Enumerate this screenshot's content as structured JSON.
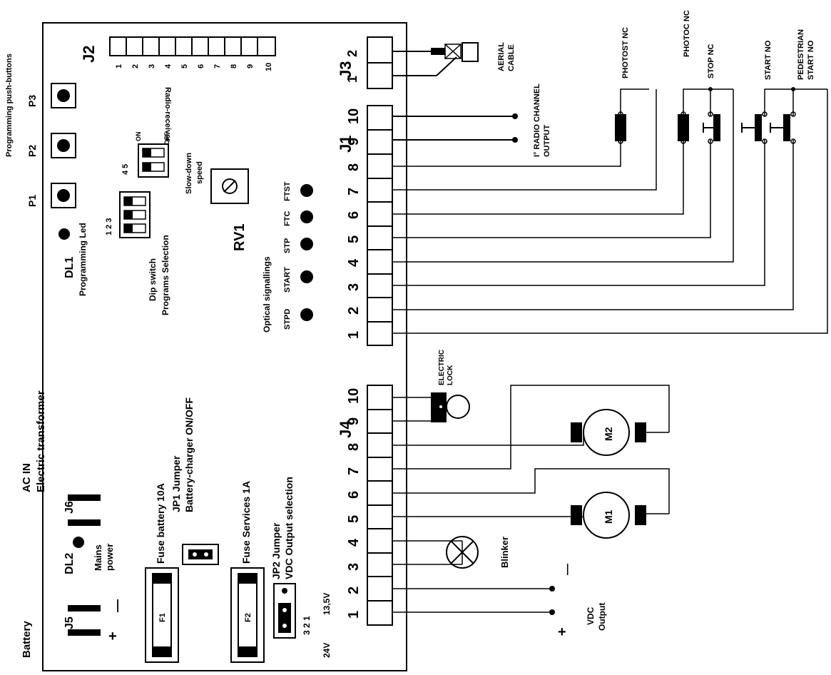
{
  "board": {
    "ac_in": "AC  IN",
    "electric_transformer": "Electric transformer",
    "battery": "Battery",
    "programming_push_buttons": "Programming push-buttons",
    "radio_receiver": "Radio-receiver"
  },
  "connectors": {
    "j1": "J1",
    "j2": "J2",
    "j3": "J3",
    "j4": "J4",
    "j5": "J5",
    "j6": "J6"
  },
  "j1_pins": [
    "1",
    "2",
    "3",
    "4",
    "5",
    "6",
    "7",
    "8",
    "9",
    "10"
  ],
  "j4_pins": [
    "1",
    "2",
    "3",
    "4",
    "5",
    "6",
    "7",
    "8",
    "9",
    "10"
  ],
  "j3_pins": [
    "1",
    "2"
  ],
  "j2_pins": [
    "1",
    "2",
    "3",
    "4",
    "5",
    "6",
    "7",
    "8",
    "9",
    "10"
  ],
  "buttons": {
    "p1": "P1",
    "p2": "P2",
    "p3": "P3"
  },
  "leds": {
    "dl1": "DL1",
    "dl1_label": "Programming Led",
    "dl2": "DL2",
    "mains": "Mains",
    "power": "power"
  },
  "dip": {
    "title1": "Dip switch",
    "title2": "Programs Selection",
    "nums_a": "1  2  3",
    "nums_b": "4  5",
    "on": "ON",
    "off": "OFF"
  },
  "rv1": {
    "label": "RV1",
    "speed1": "Slow-down",
    "speed2": "speed"
  },
  "optical": {
    "title": "Optical signallings",
    "labels": [
      "STPD",
      "START",
      "STP",
      "FTC",
      "FTST"
    ]
  },
  "fuses": {
    "f1": "F1",
    "f2": "F2",
    "battery_fuse": "Fuse battery 10A",
    "services_fuse": "Fuse Services 1A"
  },
  "jumpers": {
    "jp1_a": "JP1 Jumper",
    "jp1_b": "Battery-charger ON/OFF",
    "jp2_a": "JP2 Jumper",
    "jp2_b": "VDC Output selection",
    "nums": "3   2   1",
    "v24": "24V",
    "v135": "13,5V"
  },
  "polarity": {
    "plus": "+",
    "minus": "—"
  },
  "external": {
    "aerial1": "AERIAL",
    "aerial2": "CABLE",
    "radio1": "I° RADIO CHANNEL",
    "radio2": "OUTPUT",
    "photost": "PHOTOST NC",
    "photoc": "PHOTOC NC",
    "stop": "STOP NC",
    "start": "START NO",
    "ped1": "PEDESTRIAN",
    "ped2": "START NO",
    "elock1": "ELECTRIC",
    "elock2": "LOCK",
    "m1": "M1",
    "m2": "M2",
    "blinker": "Blinker",
    "vdc1": "VDC",
    "vdc2": "Output",
    "vdc_plus": "+",
    "vdc_minus": "—"
  }
}
